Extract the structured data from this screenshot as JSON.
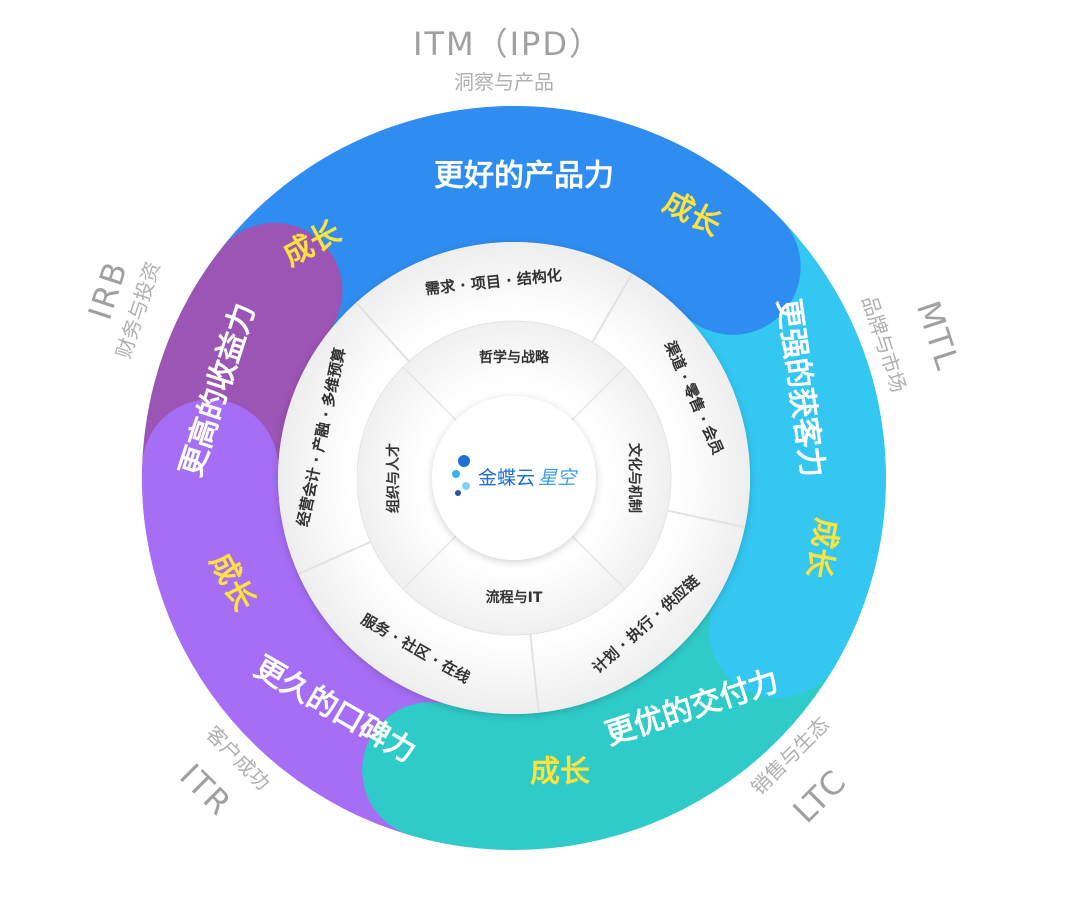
{
  "segments": [
    {
      "id": "top",
      "title": "更好的产品力",
      "growth": "成长",
      "color": "#2f8cf0"
    },
    {
      "id": "right",
      "title": "更强的获客力",
      "growth": "成长",
      "color": "#33c7f2"
    },
    {
      "id": "bottomright",
      "title": "更优的交付力",
      "growth": "成长",
      "color": "#2fcbc8"
    },
    {
      "id": "bottomleft",
      "title": "更久的口碑力",
      "growth": "成长",
      "color": "#a56ef5"
    },
    {
      "id": "left",
      "title": "更高的收益力",
      "growth": "成长",
      "color": "#9b55b4"
    }
  ],
  "outer_labels": [
    {
      "id": "itm",
      "code": "ITM（IPD）",
      "sub": "洞察与产品"
    },
    {
      "id": "mtl",
      "code": "MTL",
      "sub": "品牌与市场"
    },
    {
      "id": "ltc",
      "code": "LTC",
      "sub": "销售与生态"
    },
    {
      "id": "itr",
      "code": "ITR",
      "sub": "客户成功"
    },
    {
      "id": "irb",
      "code": "IRB",
      "sub": "财务与投资"
    }
  ],
  "middle_ring": [
    "需求 · 项目 · 结构化",
    "渠道 · 零售 · 会员",
    "计划 · 执行 · 供应链",
    "服务 · 社区 · 在线",
    "经营会计 · 产融 · 多维预算"
  ],
  "inner_ring": [
    "哲学与战略",
    "文化与机制",
    "流程与IT",
    "组织与人才"
  ],
  "center": {
    "brand": "金蝶云",
    "product": "星空",
    "dot_colors": [
      "#1f6fd6",
      "#3ab0f0",
      "#7fd0f5",
      "#2a4fa8"
    ]
  }
}
